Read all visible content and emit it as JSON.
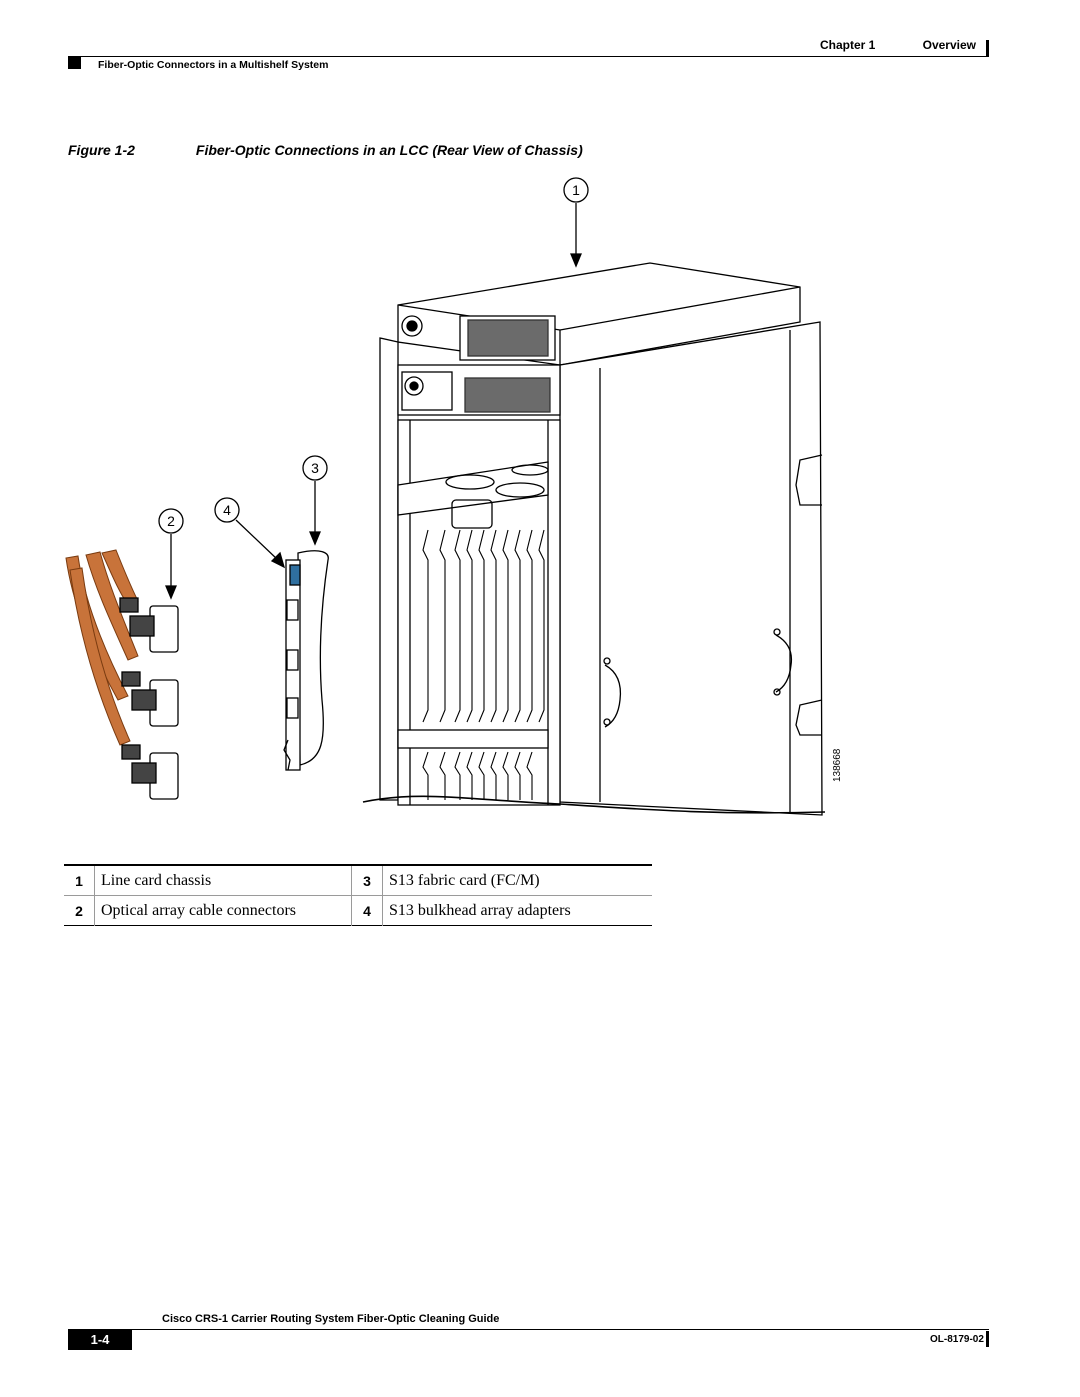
{
  "header": {
    "chapter_label": "Chapter 1",
    "chapter_title": "Overview",
    "section_title": "Fiber-Optic Connectors in a Multishelf System"
  },
  "figure": {
    "number": "Figure 1-2",
    "title": "Fiber-Optic Connections in an LCC (Rear View of Chassis)",
    "callouts": [
      "1",
      "2",
      "3",
      "4"
    ],
    "art_id": "138668"
  },
  "legend": [
    {
      "n1": "1",
      "d1": "Line card chassis",
      "n2": "3",
      "d2": "S13 fabric card (FC/M)"
    },
    {
      "n1": "2",
      "d1": "Optical array cable connectors",
      "n2": "4",
      "d2": "S13 bulkhead array adapters"
    }
  ],
  "footer": {
    "guide_title": "Cisco CRS-1 Carrier Routing System Fiber-Optic Cleaning Guide",
    "page_number": "1-4",
    "doc_number": "OL-8179-02"
  }
}
